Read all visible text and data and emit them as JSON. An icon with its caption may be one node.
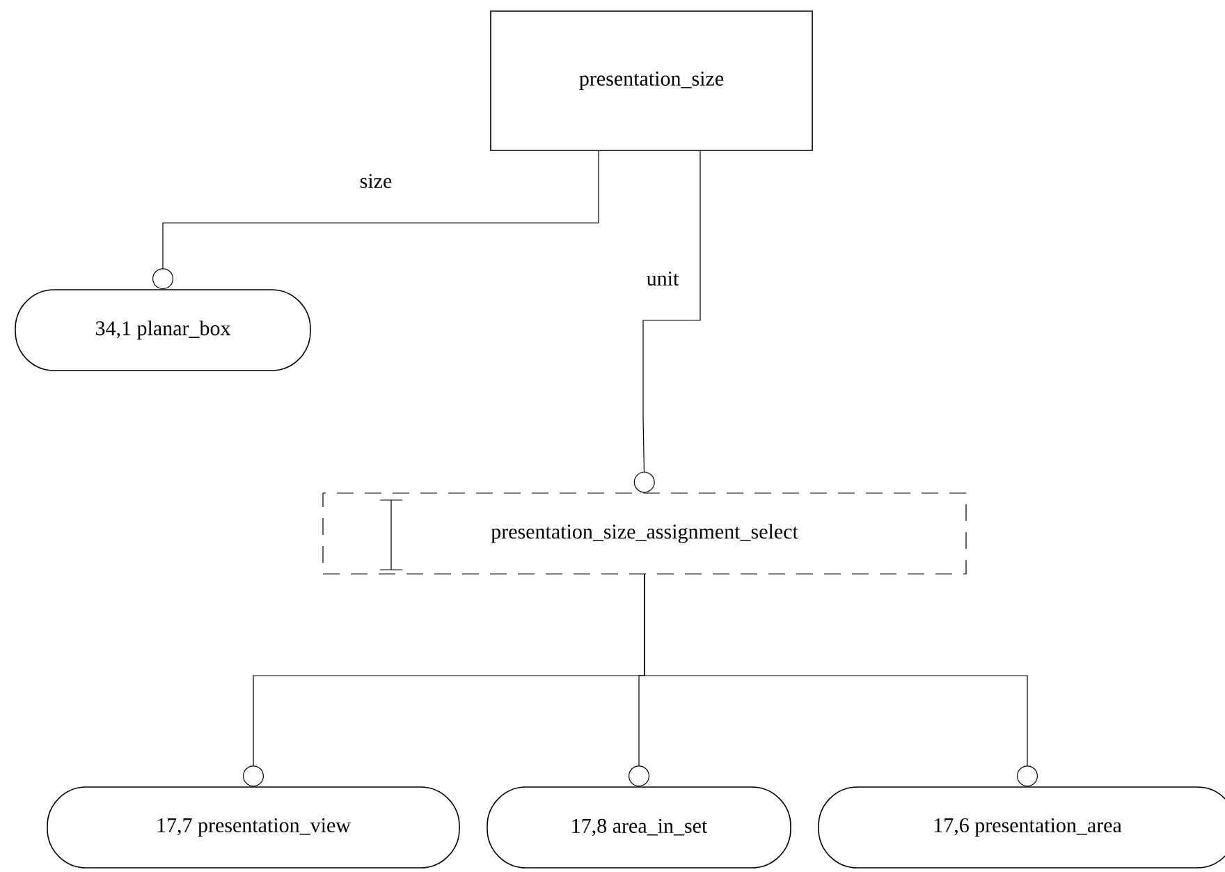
{
  "diagram": {
    "nodes": [
      {
        "text": [
          "presentation_size"
        ]
      },
      {
        "text": [
          "34,1 planar_box"
        ]
      },
      {
        "text": [
          "presentation_size_assignment_select"
        ]
      },
      {
        "text": [
          "17,7 presentation_view"
        ]
      },
      {
        "text": [
          "17,8 area_in_set"
        ]
      },
      {
        "text": [
          "17,6 presentation_area"
        ]
      }
    ],
    "edges": [
      {
        "from": 0,
        "to": 1,
        "arrow": "other",
        "label": "size"
      },
      {
        "from": 0,
        "to": 2,
        "arrow": "other",
        "label": "unit"
      },
      {
        "from": 2,
        "to": 3,
        "arrow": "other"
      },
      {
        "from": 2,
        "to": 4,
        "arrow": "other"
      },
      {
        "from": 2,
        "to": 5,
        "arrow": "other"
      }
    ]
  }
}
